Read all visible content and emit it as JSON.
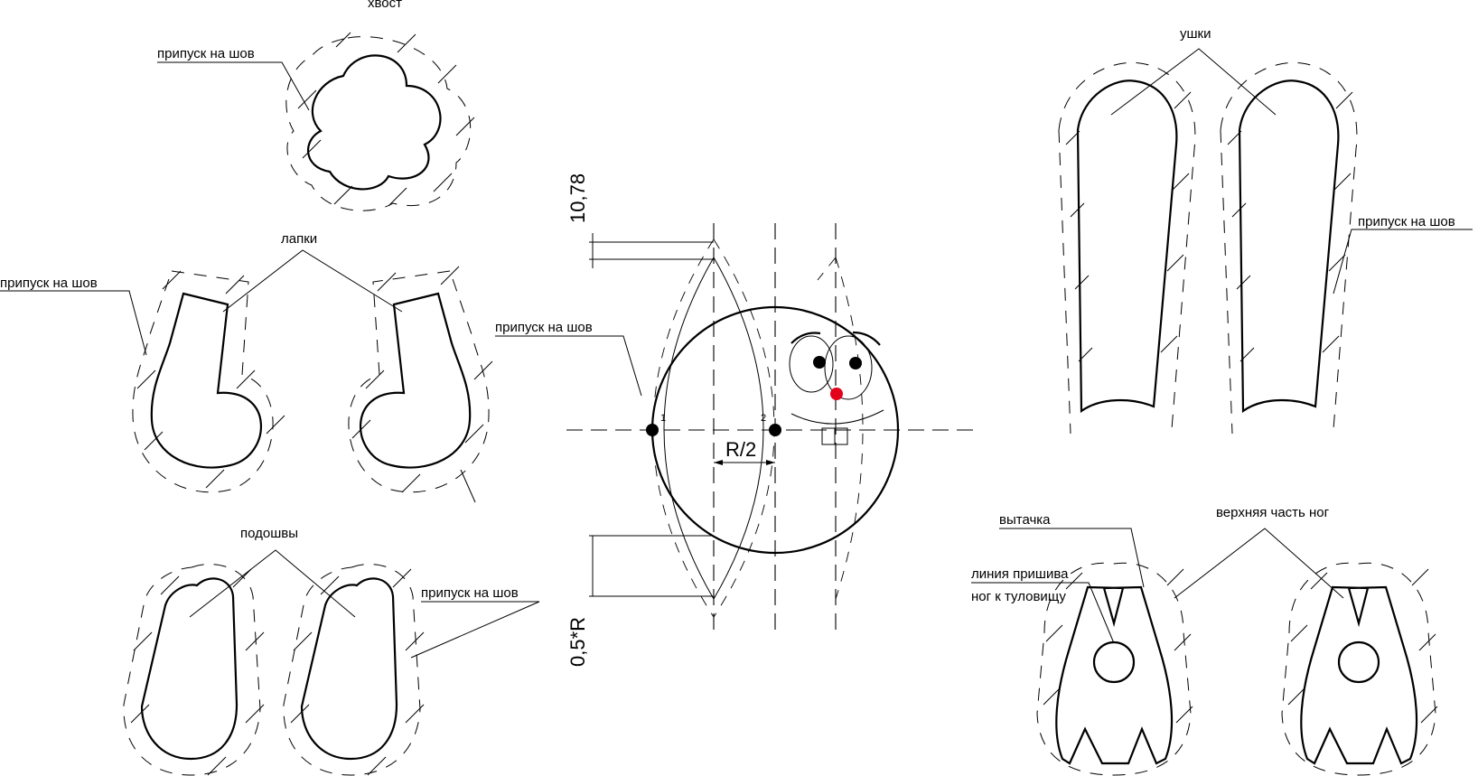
{
  "labels": {
    "tail": "хвост",
    "paws": "лапки",
    "soles": "подошвы",
    "ears": "ушки",
    "upper_legs": "верхняя часть ног",
    "dart": "вытачка",
    "attach_line_1": "линия пришива",
    "attach_line_2": "ног к туловищу",
    "seam_allowance": "припуск на шов"
  },
  "dimensions": {
    "top_offset": "10,78",
    "bottom_offset": "0,5*R",
    "half_radius": "R/2",
    "point_1": "1",
    "point_2": "2"
  },
  "colors": {
    "line": "#000000",
    "nose": "#e3001b",
    "background": "#ffffff"
  }
}
